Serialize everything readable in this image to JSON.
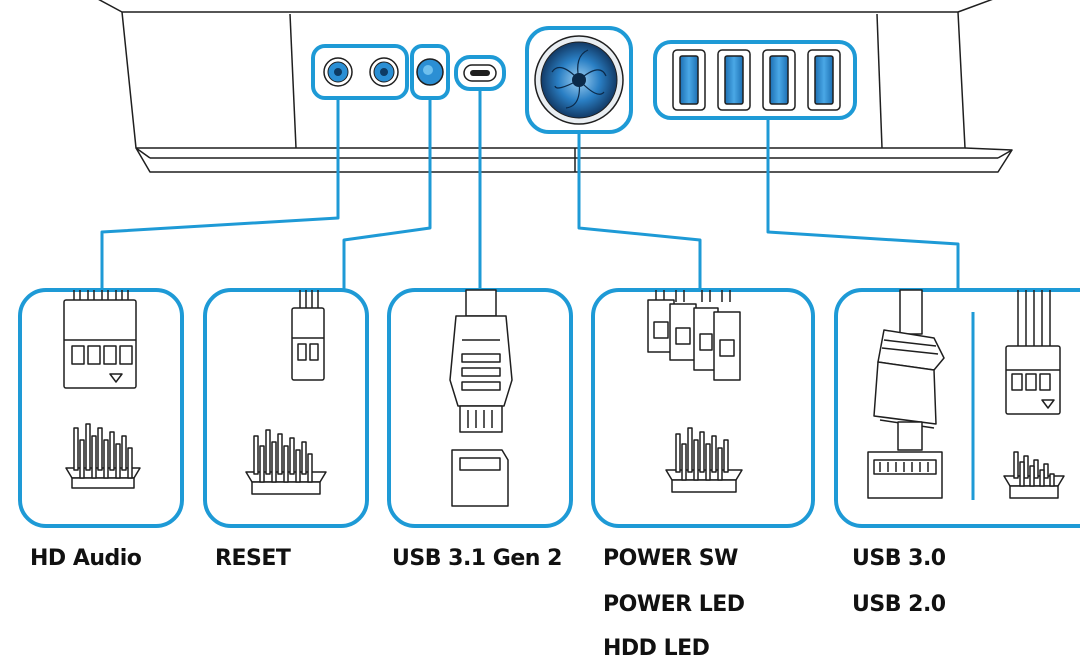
{
  "colors": {
    "accent": "#1e9ad6",
    "port_fill": "#2b8fd4",
    "line": "#1f1f1f",
    "background": "#ffffff"
  },
  "icons": {
    "audio_jacks": "audio-jack-icon",
    "reset_button": "reset-button-icon",
    "usb_c_port": "usb-c-port-icon",
    "power_button": "power-button-icon",
    "usb_a_ports": "usb-a-port-icon"
  },
  "labels": {
    "hd_audio": "HD Audio",
    "reset": "RESET",
    "usb31": "USB 3.1 Gen 2",
    "power_sw": "POWER SW",
    "power_led": "POWER LED",
    "hdd_led": "HDD LED",
    "usb30": "USB 3.0",
    "usb20": "USB 2.0"
  }
}
